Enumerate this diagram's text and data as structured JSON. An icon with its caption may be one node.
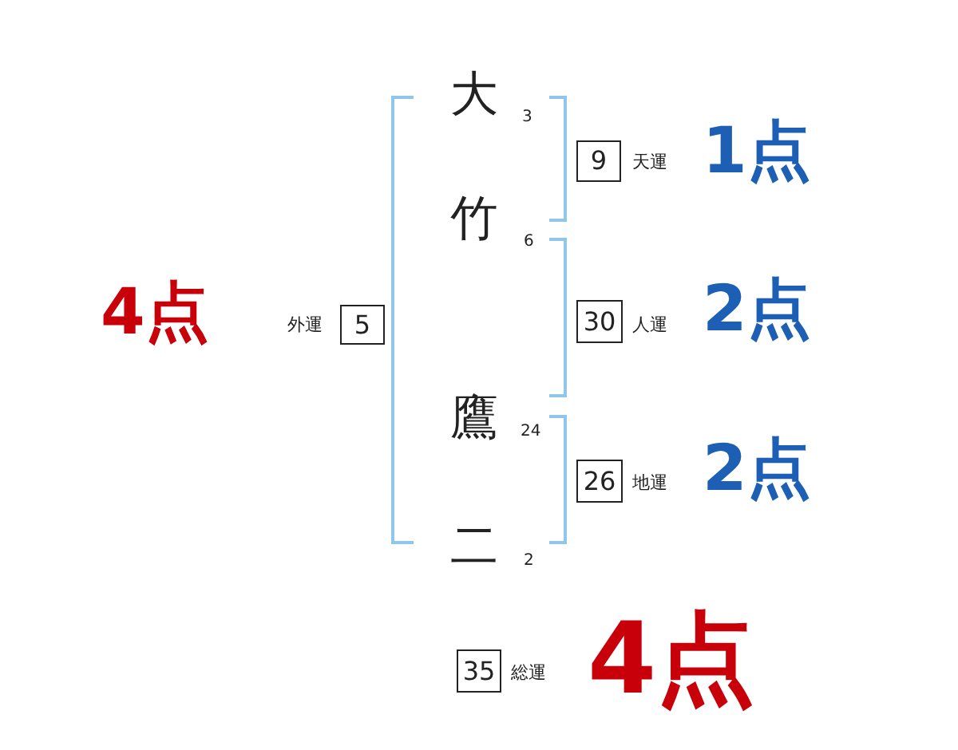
{
  "diagram": {
    "nodes": [
      {
        "text": [
          "9"
        ],
        "beside": [
          "天運"
        ]
      },
      {
        "text": [
          "5"
        ],
        "beside": [
          "外運"
        ]
      },
      {
        "text": [
          "30"
        ],
        "beside": [
          "人運"
        ]
      },
      {
        "text": [
          "26"
        ],
        "beside": [
          "地運"
        ]
      },
      {
        "text": [
          "35"
        ],
        "beside": [
          "総運"
        ]
      }
    ],
    "labels": [
      "大",
      "3",
      "1点",
      "竹",
      "6",
      "4点",
      "2点",
      "鷹",
      "24",
      "2点",
      "二",
      "2",
      "4点"
    ]
  }
}
